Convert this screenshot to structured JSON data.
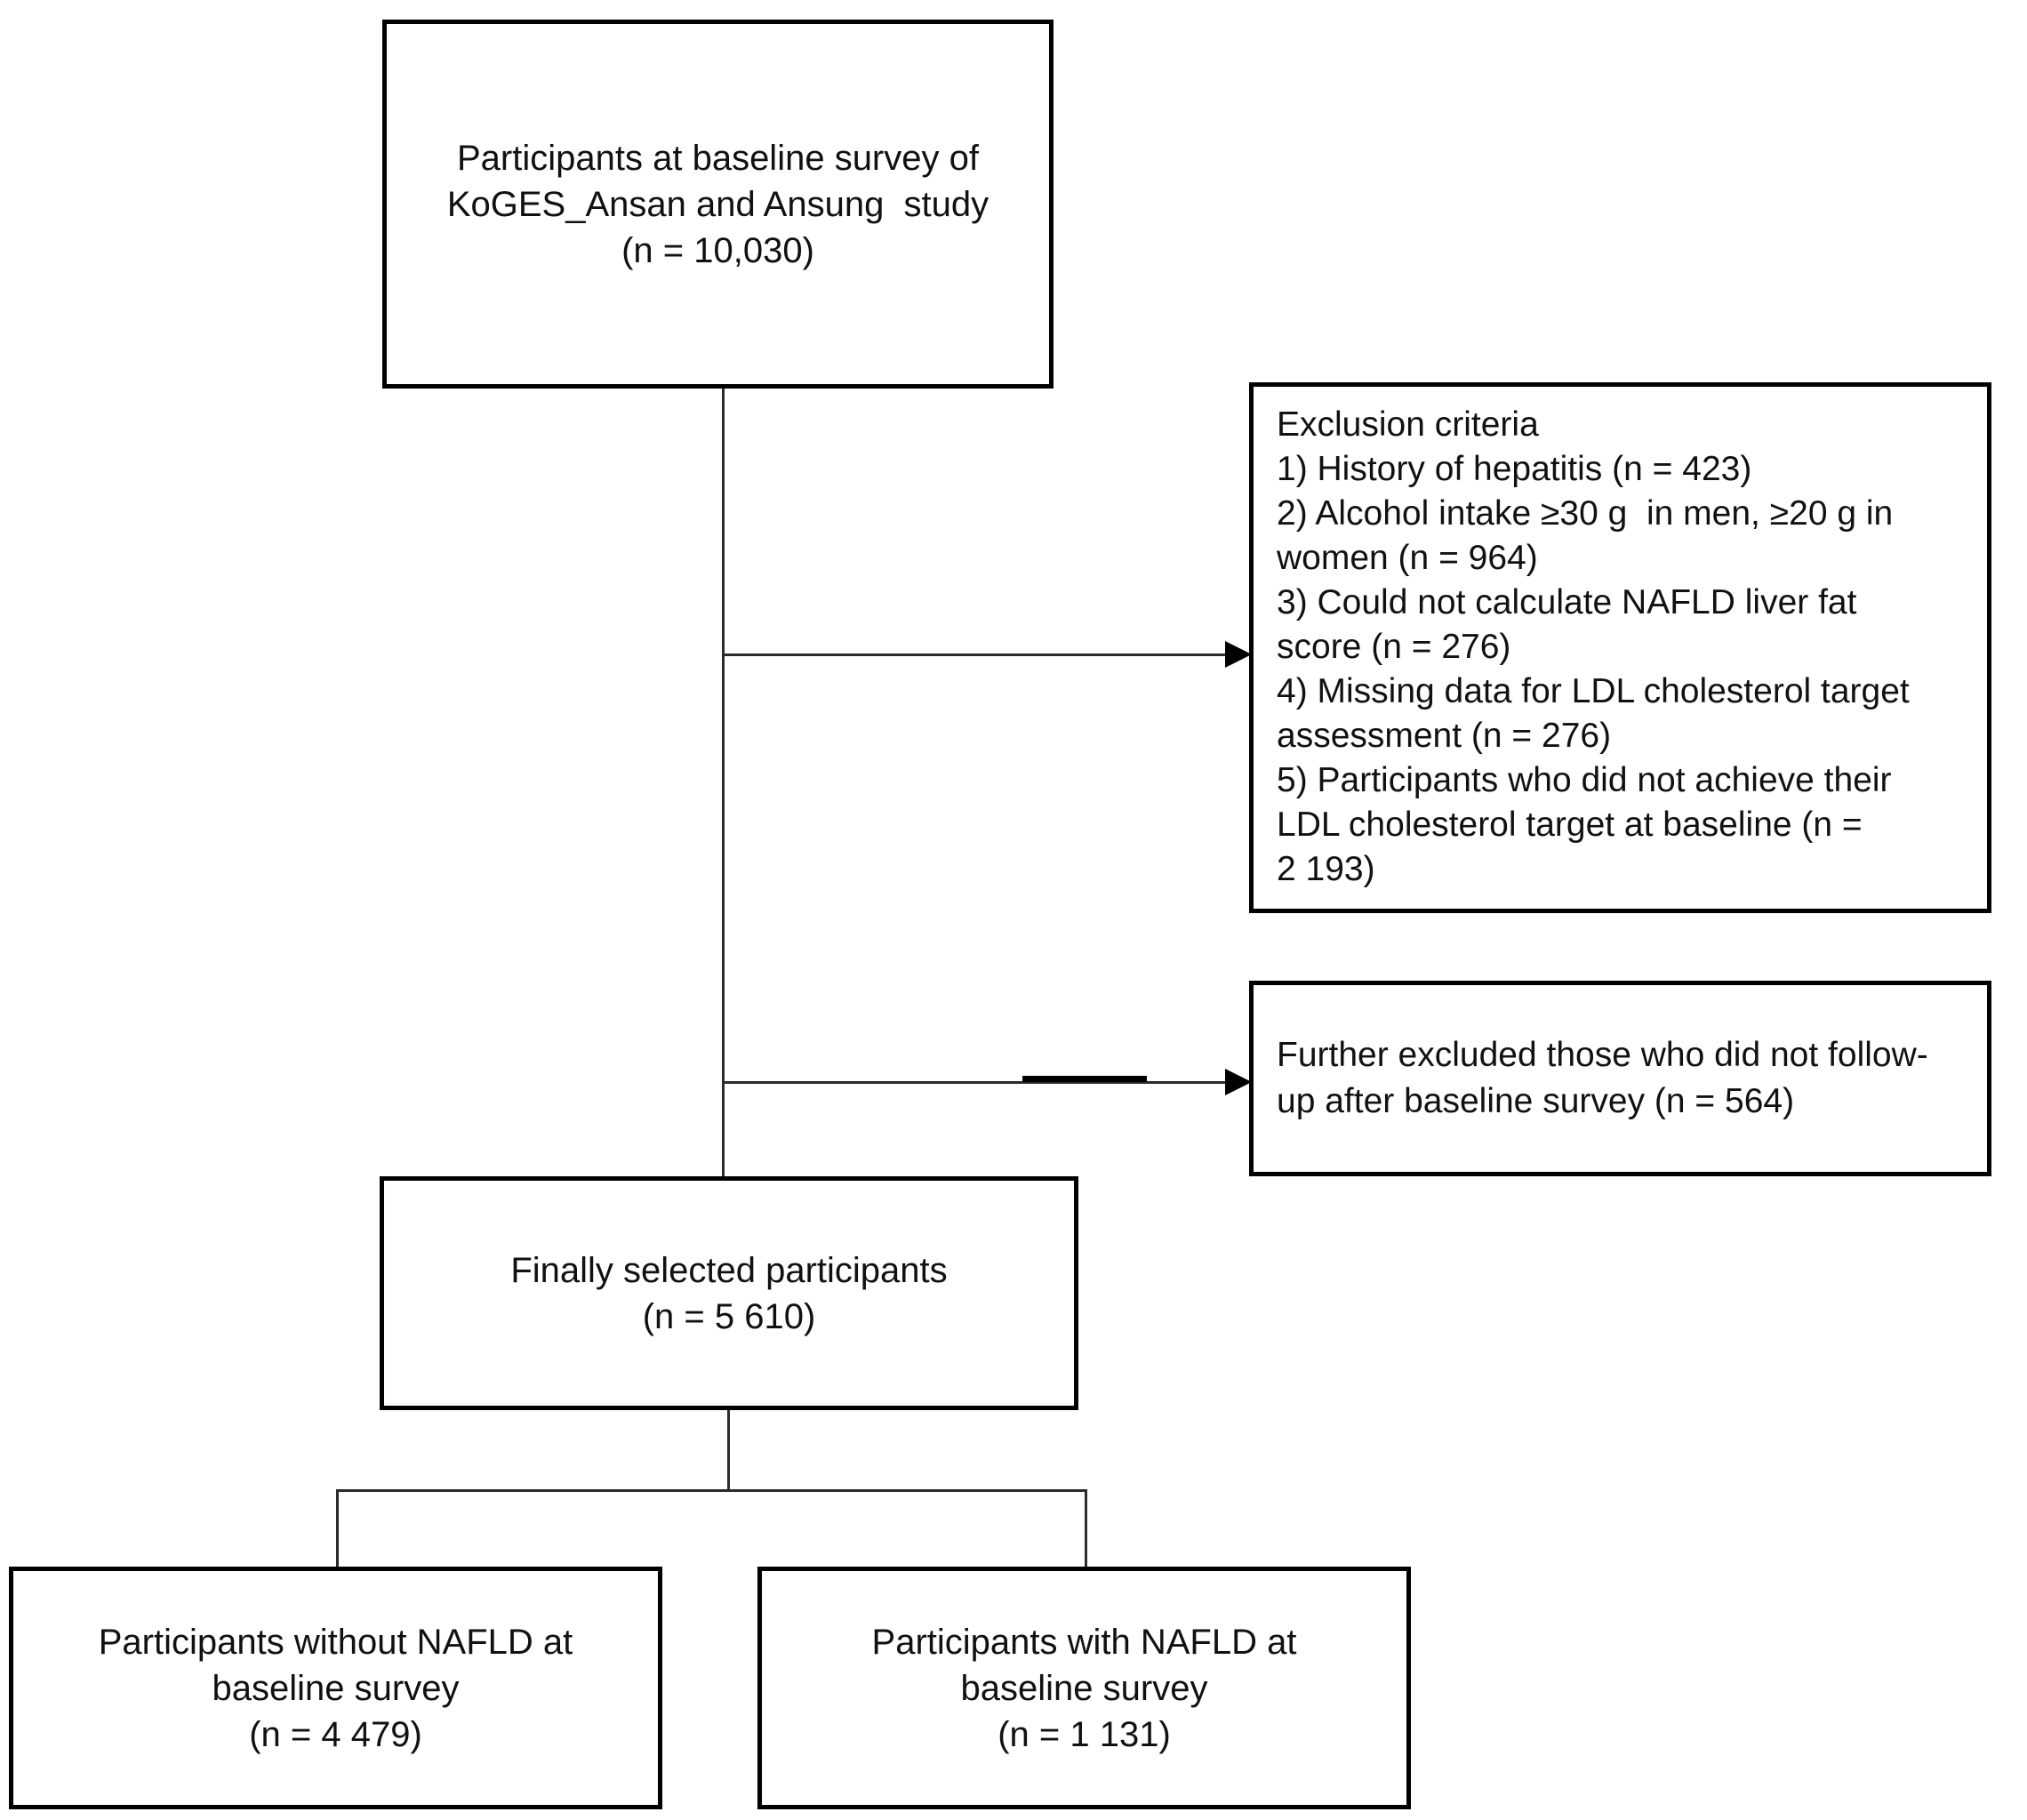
{
  "diagram": {
    "colors": {
      "background": "#ffffff",
      "border": "#000000",
      "line": "#2b2b2b",
      "text": "#111111"
    },
    "boxes": {
      "top": {
        "lines": [
          "Participants at baseline survey of",
          "KoGES_Ansan and Ansung  study",
          "(n = 10,030)"
        ]
      },
      "exclusion": {
        "lines": [
          "Exclusion criteria",
          "1) History of hepatitis (n = 423)",
          "2) Alcohol intake ≥30 g  in men, ≥20 g in",
          "women (n = 964)",
          "3) Could not calculate NAFLD liver fat",
          "score (n = 276)",
          "4) Missing data for LDL cholesterol target",
          "assessment (n = 276)",
          "5) Participants who did not achieve their",
          "LDL cholesterol target at baseline (n =",
          "2 193)"
        ]
      },
      "followup": {
        "lines": [
          "Further excluded those who did not follow-",
          "up after baseline survey (n = 564)"
        ]
      },
      "final": {
        "lines": [
          "Finally selected participants",
          "(n = 5 610)"
        ]
      },
      "no_nafld": {
        "lines": [
          "Participants without NAFLD at",
          "baseline survey",
          "(n = 4 479)"
        ]
      },
      "nafld": {
        "lines": [
          "Participants with NAFLD at",
          "baseline survey",
          "(n = 1 131)"
        ]
      }
    }
  }
}
